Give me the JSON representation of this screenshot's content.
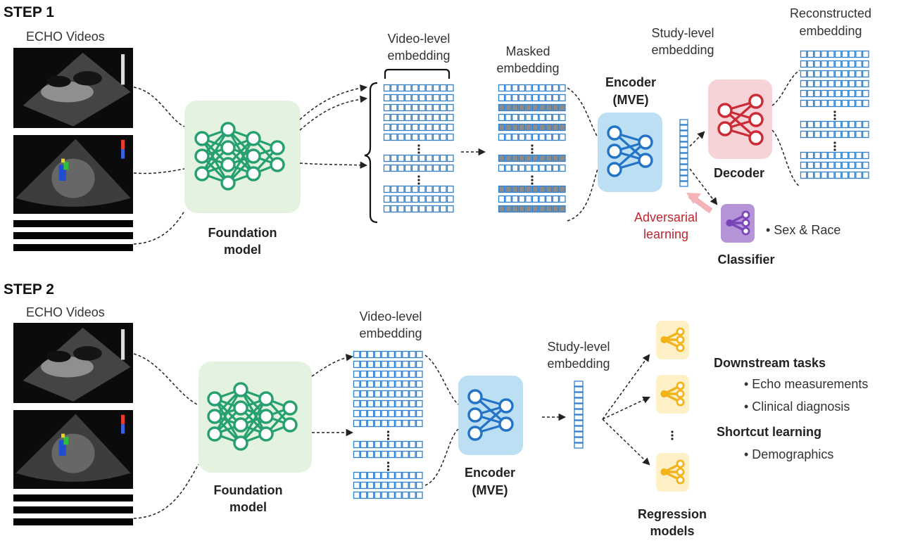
{
  "step1": {
    "title": "STEP 1",
    "videos_label": "ECHO Videos",
    "foundation_label_1": "Foundation",
    "foundation_label_2": "model",
    "video_embedding_label_1": "Video-level",
    "video_embedding_label_2": "embedding",
    "masked_label_1": "Masked",
    "masked_label_2": "embedding",
    "encoder_label_1": "Encoder",
    "encoder_label_2": "(MVE)",
    "study_embedding_label_1": "Study-level",
    "study_embedding_label_2": "embedding",
    "reconstructed_label_1": "Reconstructed",
    "reconstructed_label_2": "embedding",
    "decoder_label": "Decoder",
    "adversarial_label_1": "Adversarial",
    "adversarial_label_2": "learning",
    "classifier_label": "Classifier",
    "sex_race_label": "• Sex & Race"
  },
  "step2": {
    "title": "STEP 2",
    "videos_label": "ECHO Videos",
    "foundation_label_1": "Foundation",
    "foundation_label_2": "model",
    "video_embedding_label_1": "Video-level",
    "video_embedding_label_2": "embedding",
    "encoder_label_1": "Encoder",
    "encoder_label_2": "(MVE)",
    "study_embedding_label_1": "Study-level",
    "study_embedding_label_2": "embedding",
    "regression_label_1": "Regression",
    "regression_label_2": "models",
    "downstream_title": "Downstream tasks",
    "downstream_items": [
      "• Echo measurements",
      "• Clinical diagnosis"
    ],
    "shortcut_title": "Shortcut learning",
    "shortcut_items": [
      "• Demographics"
    ]
  },
  "colors": {
    "embedding_blue": "#2f7fcf",
    "masked_gray": "#8c8c8c",
    "foundation_bg": "#e3f3df",
    "foundation_green": "#27a071",
    "encoder_bg": "#bcdff4",
    "encoder_blue": "#2374c6",
    "decoder_bg": "#f6d3d6",
    "decoder_red": "#cc2a35",
    "classifier_purple": "#7a45b8",
    "regression_bg": "#fdf0c6",
    "regression_yellow": "#f2b418",
    "adversarial_red": "#c0262d"
  }
}
